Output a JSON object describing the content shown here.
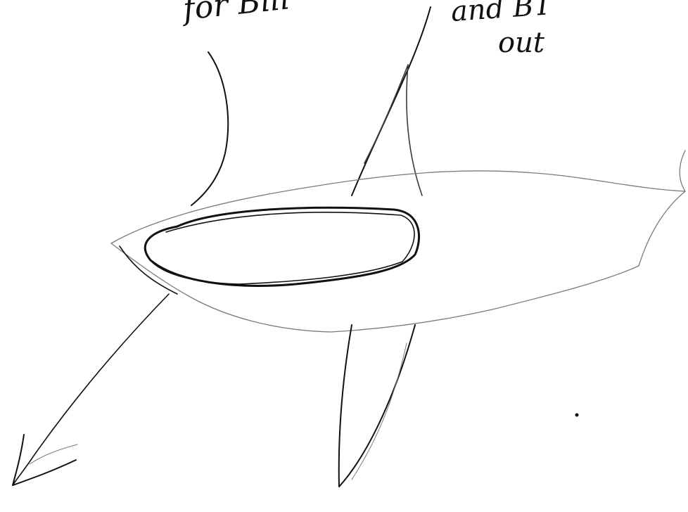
{
  "annotations": {
    "top_left_fragment": "for Bill",
    "top_right_line1": "and BT",
    "top_right_line2": "out"
  },
  "colors": {
    "background": "#ffffff",
    "ink": "#111111",
    "faint_ink": "#7a7a7a"
  }
}
